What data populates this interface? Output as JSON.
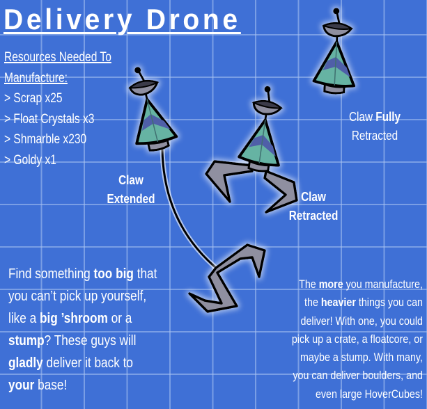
{
  "title": "Delivery Drone",
  "resources": {
    "heading_line1": "Resources Needed To",
    "heading_line2": "Manufacture:",
    "items": [
      "> Scrap x25",
      "> Float Crystals x3",
      "> Shmarble x230",
      "> Goldy x1"
    ]
  },
  "labels": {
    "extended": {
      "line1": "Claw",
      "line2": "Extended"
    },
    "retracted": {
      "line1": "Claw",
      "line2": "Retracted"
    },
    "fully_retracted": {
      "pre": "Claw ",
      "bold": "Fully",
      "line2": "Retracted"
    }
  },
  "left_paragraph": {
    "l1a": "Find something ",
    "l1b": "too big",
    "l1c": " that",
    "l2": "you can’t pick up yourself,",
    "l3a": "like a ",
    "l3b": "big ’shroom",
    "l3c": " or a",
    "l4a": "stump",
    "l4b": "? These guys will",
    "l5a": "gladly",
    "l5b": " deliver it back to",
    "l6a": "your",
    "l6b": " base!"
  },
  "right_paragraph": {
    "l1a": "The ",
    "l1b": "more",
    "l1c": " you manufacture,",
    "l2a": "the ",
    "l2b": "heavier",
    "l2c": " things you can",
    "l3": "deliver! With one, you could",
    "l4": "pick up a crate, a floatcore, or",
    "l5": "maybe a stump. With many,",
    "l6": "you can deliver boulders, and",
    "l7": "even large HoverCubes!"
  },
  "colors": {
    "background": "#3f70d6",
    "cone_teal": "#66b3a3",
    "cone_band": "#4f5fa8",
    "metal": "#8f8fa0",
    "dish": "#3a3a48"
  }
}
